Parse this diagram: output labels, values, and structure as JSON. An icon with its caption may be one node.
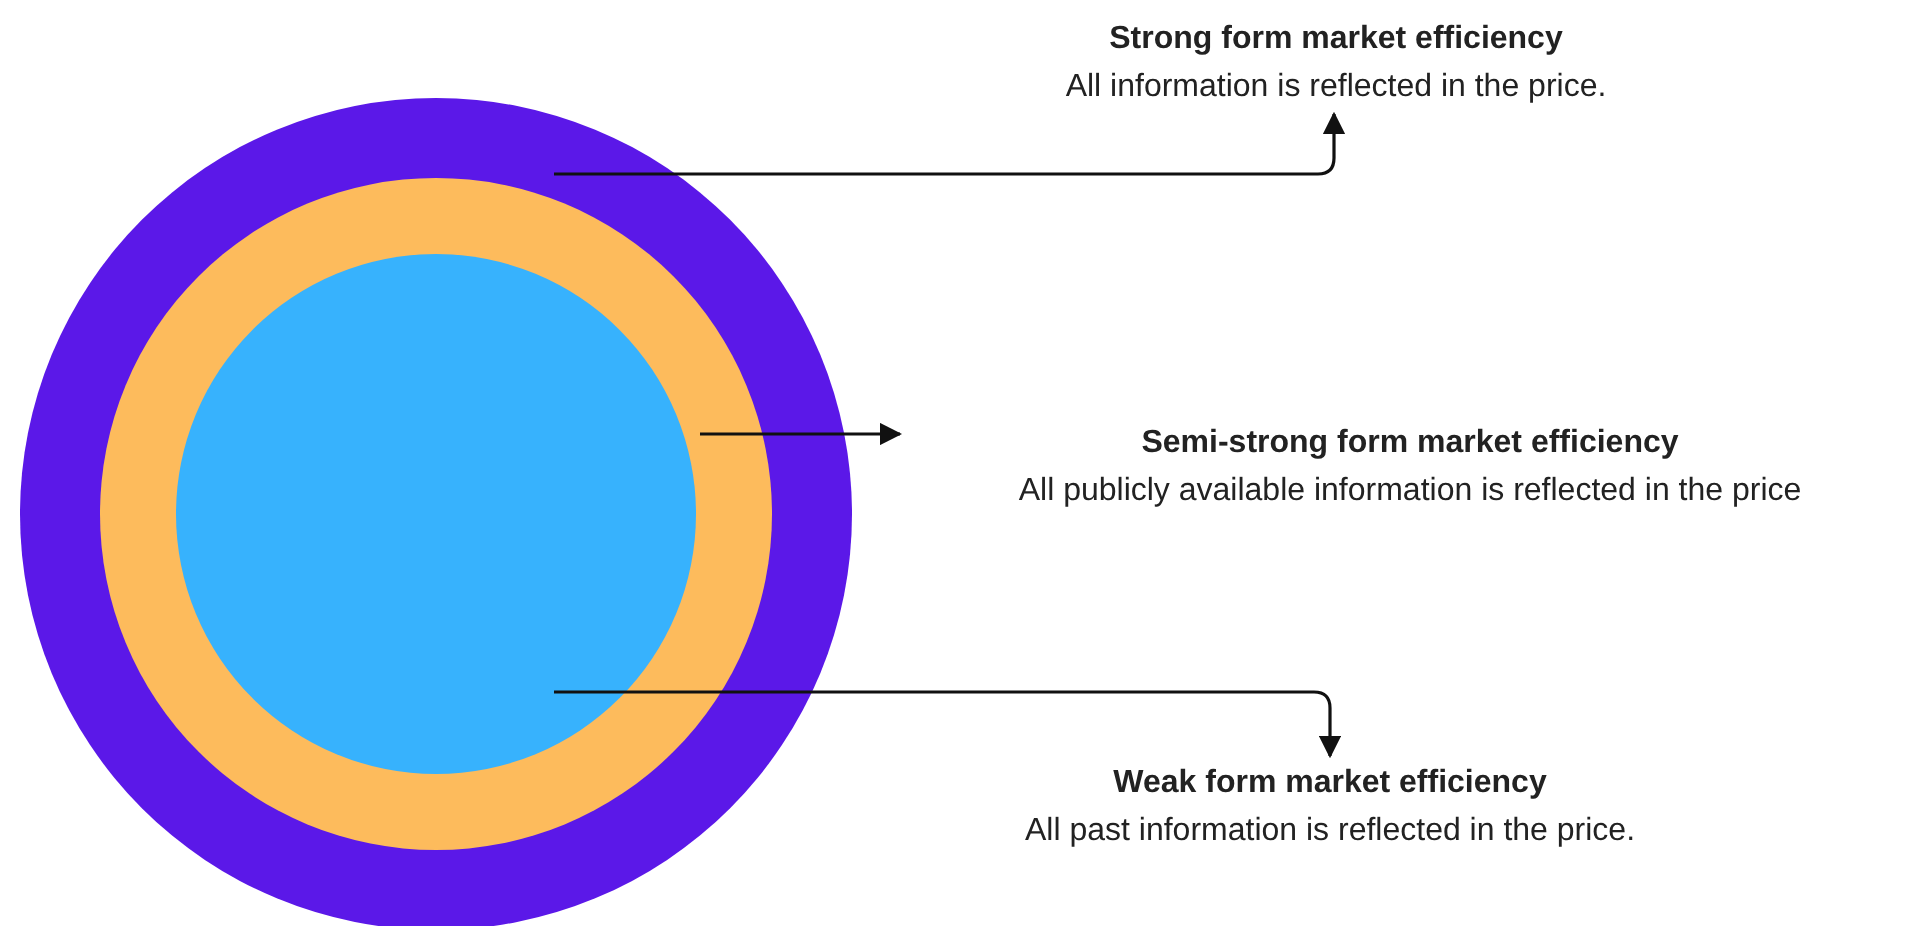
{
  "diagram": {
    "nodes": [
      {
        "text": [],
        "shape": "circle"
      },
      {
        "text": [],
        "shape": "circle",
        "in": 0
      },
      {
        "text": [],
        "shape": "circle",
        "in": 1
      },
      {
        "text": [
          "Strong form market efficiency",
          "All information is reflected in the price."
        ]
      },
      {
        "text": [
          "Semi-strong form market efficiency",
          "All publicly available information is reflected in the price"
        ]
      },
      {
        "text": [
          "Weak form market efficiency",
          "All past information is reflected in the price."
        ]
      }
    ],
    "edges": [
      {
        "from": 0,
        "to": 3,
        "arrow": "to"
      },
      {
        "from": 1,
        "to": 4,
        "arrow": "to"
      },
      {
        "from": 2,
        "to": 5,
        "arrow": "to"
      }
    ]
  }
}
